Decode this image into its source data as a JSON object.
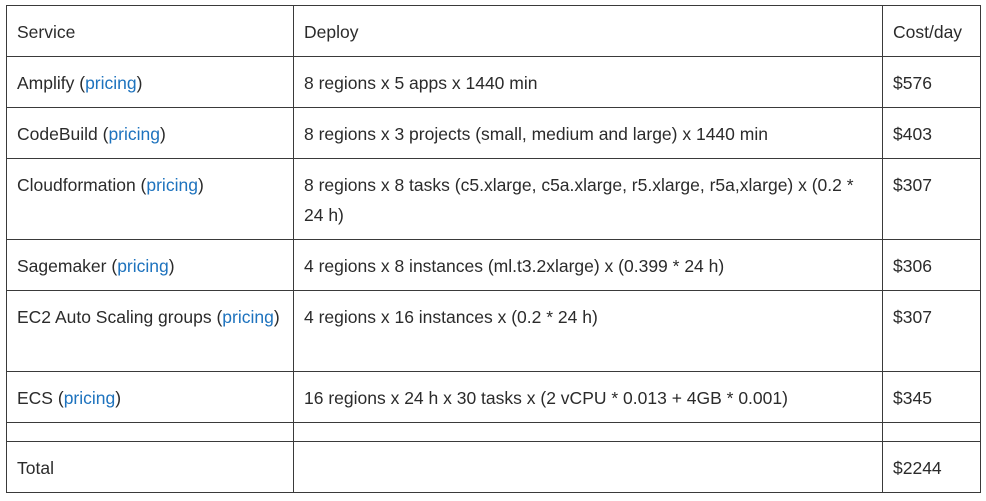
{
  "table": {
    "headers": [
      "Service",
      "Deploy",
      "Cost/day"
    ],
    "link_text": "pricing",
    "rows": [
      {
        "service": "Amplify",
        "deploy": "8 regions x 5 apps x 1440 min",
        "cost": "$576"
      },
      {
        "service": "CodeBuild",
        "deploy": "8 regions x 3 projects (small, medium and large) x 1440 min",
        "cost": "$403"
      },
      {
        "service": "Cloudformation",
        "deploy": "8 regions x 8 tasks (c5.xlarge, c5a.xlarge, r5.xlarge, r5a,xlarge) x (0.2 * 24 h)",
        "cost": "$307"
      },
      {
        "service": "Sagemaker",
        "deploy": "4 regions x 8 instances (ml.t3.2xlarge) x (0.399 * 24 h)",
        "cost": "$306"
      },
      {
        "service": "EC2 Auto Scaling groups",
        "deploy": "4 regions x 16 instances x (0.2 * 24 h)",
        "cost": "$307"
      },
      {
        "service": "ECS",
        "deploy": "16 regions x 24 h x 30 tasks x (2 vCPU * 0.013 + 4GB * 0.001)",
        "cost": "$345"
      }
    ],
    "total": {
      "label": "Total",
      "deploy": "",
      "cost": "$2244"
    }
  },
  "colors": {
    "link": "#1e73be",
    "border": "#3a3a3a",
    "text": "#2b2b2b"
  }
}
